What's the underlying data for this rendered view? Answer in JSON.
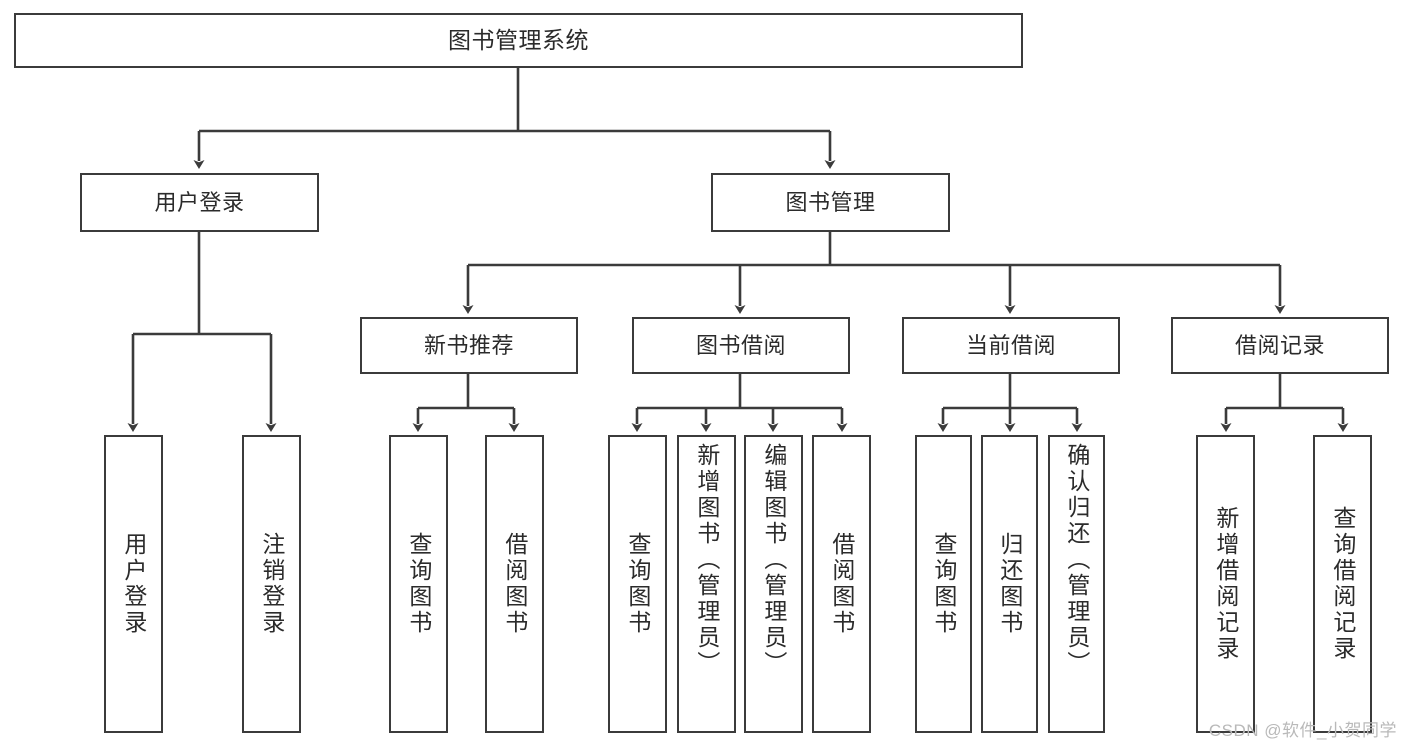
{
  "diagram": {
    "type": "tree-hierarchy",
    "title": "图书管理系统",
    "orientation": "top-down",
    "nodes": {
      "root": {
        "label": "图书管理系统",
        "level": 0,
        "text_direction": "horizontal"
      },
      "user_login": {
        "label": "用户登录",
        "level": 1,
        "text_direction": "horizontal"
      },
      "book_manage": {
        "label": "图书管理",
        "level": 1,
        "text_direction": "horizontal"
      },
      "new_book_rec": {
        "label": "新书推荐",
        "level": 2,
        "text_direction": "horizontal"
      },
      "book_borrow": {
        "label": "图书借阅",
        "level": 2,
        "text_direction": "horizontal"
      },
      "current_borrow": {
        "label": "当前借阅",
        "level": 2,
        "text_direction": "horizontal"
      },
      "borrow_record": {
        "label": "借阅记录",
        "level": 2,
        "text_direction": "horizontal"
      },
      "leaf_user_login": {
        "label": "用户登录",
        "level": 3,
        "text_direction": "vertical"
      },
      "leaf_logout": {
        "label": "注销登录",
        "level": 3,
        "text_direction": "vertical"
      },
      "leaf_query_book_1": {
        "label": "查询图书",
        "level": 3,
        "text_direction": "vertical"
      },
      "leaf_borrow_book_1": {
        "label": "借阅图书",
        "level": 3,
        "text_direction": "vertical"
      },
      "leaf_query_book_2": {
        "label": "查询图书",
        "level": 3,
        "text_direction": "vertical"
      },
      "leaf_add_book": {
        "label": "新增图书（管理员）",
        "level": 3,
        "text_direction": "vertical"
      },
      "leaf_edit_book": {
        "label": "编辑图书（管理员）",
        "level": 3,
        "text_direction": "vertical"
      },
      "leaf_borrow_book_2": {
        "label": "借阅图书",
        "level": 3,
        "text_direction": "vertical"
      },
      "leaf_query_book_3": {
        "label": "查询图书",
        "level": 3,
        "text_direction": "vertical"
      },
      "leaf_return_book": {
        "label": "归还图书",
        "level": 3,
        "text_direction": "vertical"
      },
      "leaf_confirm_return": {
        "label": "确认归还（管理员）",
        "level": 3,
        "text_direction": "vertical"
      },
      "leaf_add_record": {
        "label": "新增借阅记录",
        "level": 3,
        "text_direction": "vertical"
      },
      "leaf_query_record": {
        "label": "查询借阅记录",
        "level": 3,
        "text_direction": "vertical"
      }
    },
    "edges": [
      {
        "from": "root",
        "to": "user_login"
      },
      {
        "from": "root",
        "to": "book_manage"
      },
      {
        "from": "book_manage",
        "to": "new_book_rec"
      },
      {
        "from": "book_manage",
        "to": "book_borrow"
      },
      {
        "from": "book_manage",
        "to": "current_borrow"
      },
      {
        "from": "book_manage",
        "to": "borrow_record"
      },
      {
        "from": "user_login",
        "to": "leaf_user_login"
      },
      {
        "from": "user_login",
        "to": "leaf_logout"
      },
      {
        "from": "new_book_rec",
        "to": "leaf_query_book_1"
      },
      {
        "from": "new_book_rec",
        "to": "leaf_borrow_book_1"
      },
      {
        "from": "book_borrow",
        "to": "leaf_query_book_2"
      },
      {
        "from": "book_borrow",
        "to": "leaf_add_book"
      },
      {
        "from": "book_borrow",
        "to": "leaf_edit_book"
      },
      {
        "from": "book_borrow",
        "to": "leaf_borrow_book_2"
      },
      {
        "from": "current_borrow",
        "to": "leaf_query_book_3"
      },
      {
        "from": "current_borrow",
        "to": "leaf_return_book"
      },
      {
        "from": "current_borrow",
        "to": "leaf_confirm_return"
      },
      {
        "from": "borrow_record",
        "to": "leaf_add_record"
      },
      {
        "from": "borrow_record",
        "to": "leaf_query_record"
      }
    ],
    "colors": {
      "stroke": "#3b3b3b",
      "fill": "#ffffff",
      "text": "#2b2b2b",
      "watermark": "#b9b9b9"
    }
  },
  "watermark": {
    "text": "CSDN @软件_小贺同学"
  }
}
